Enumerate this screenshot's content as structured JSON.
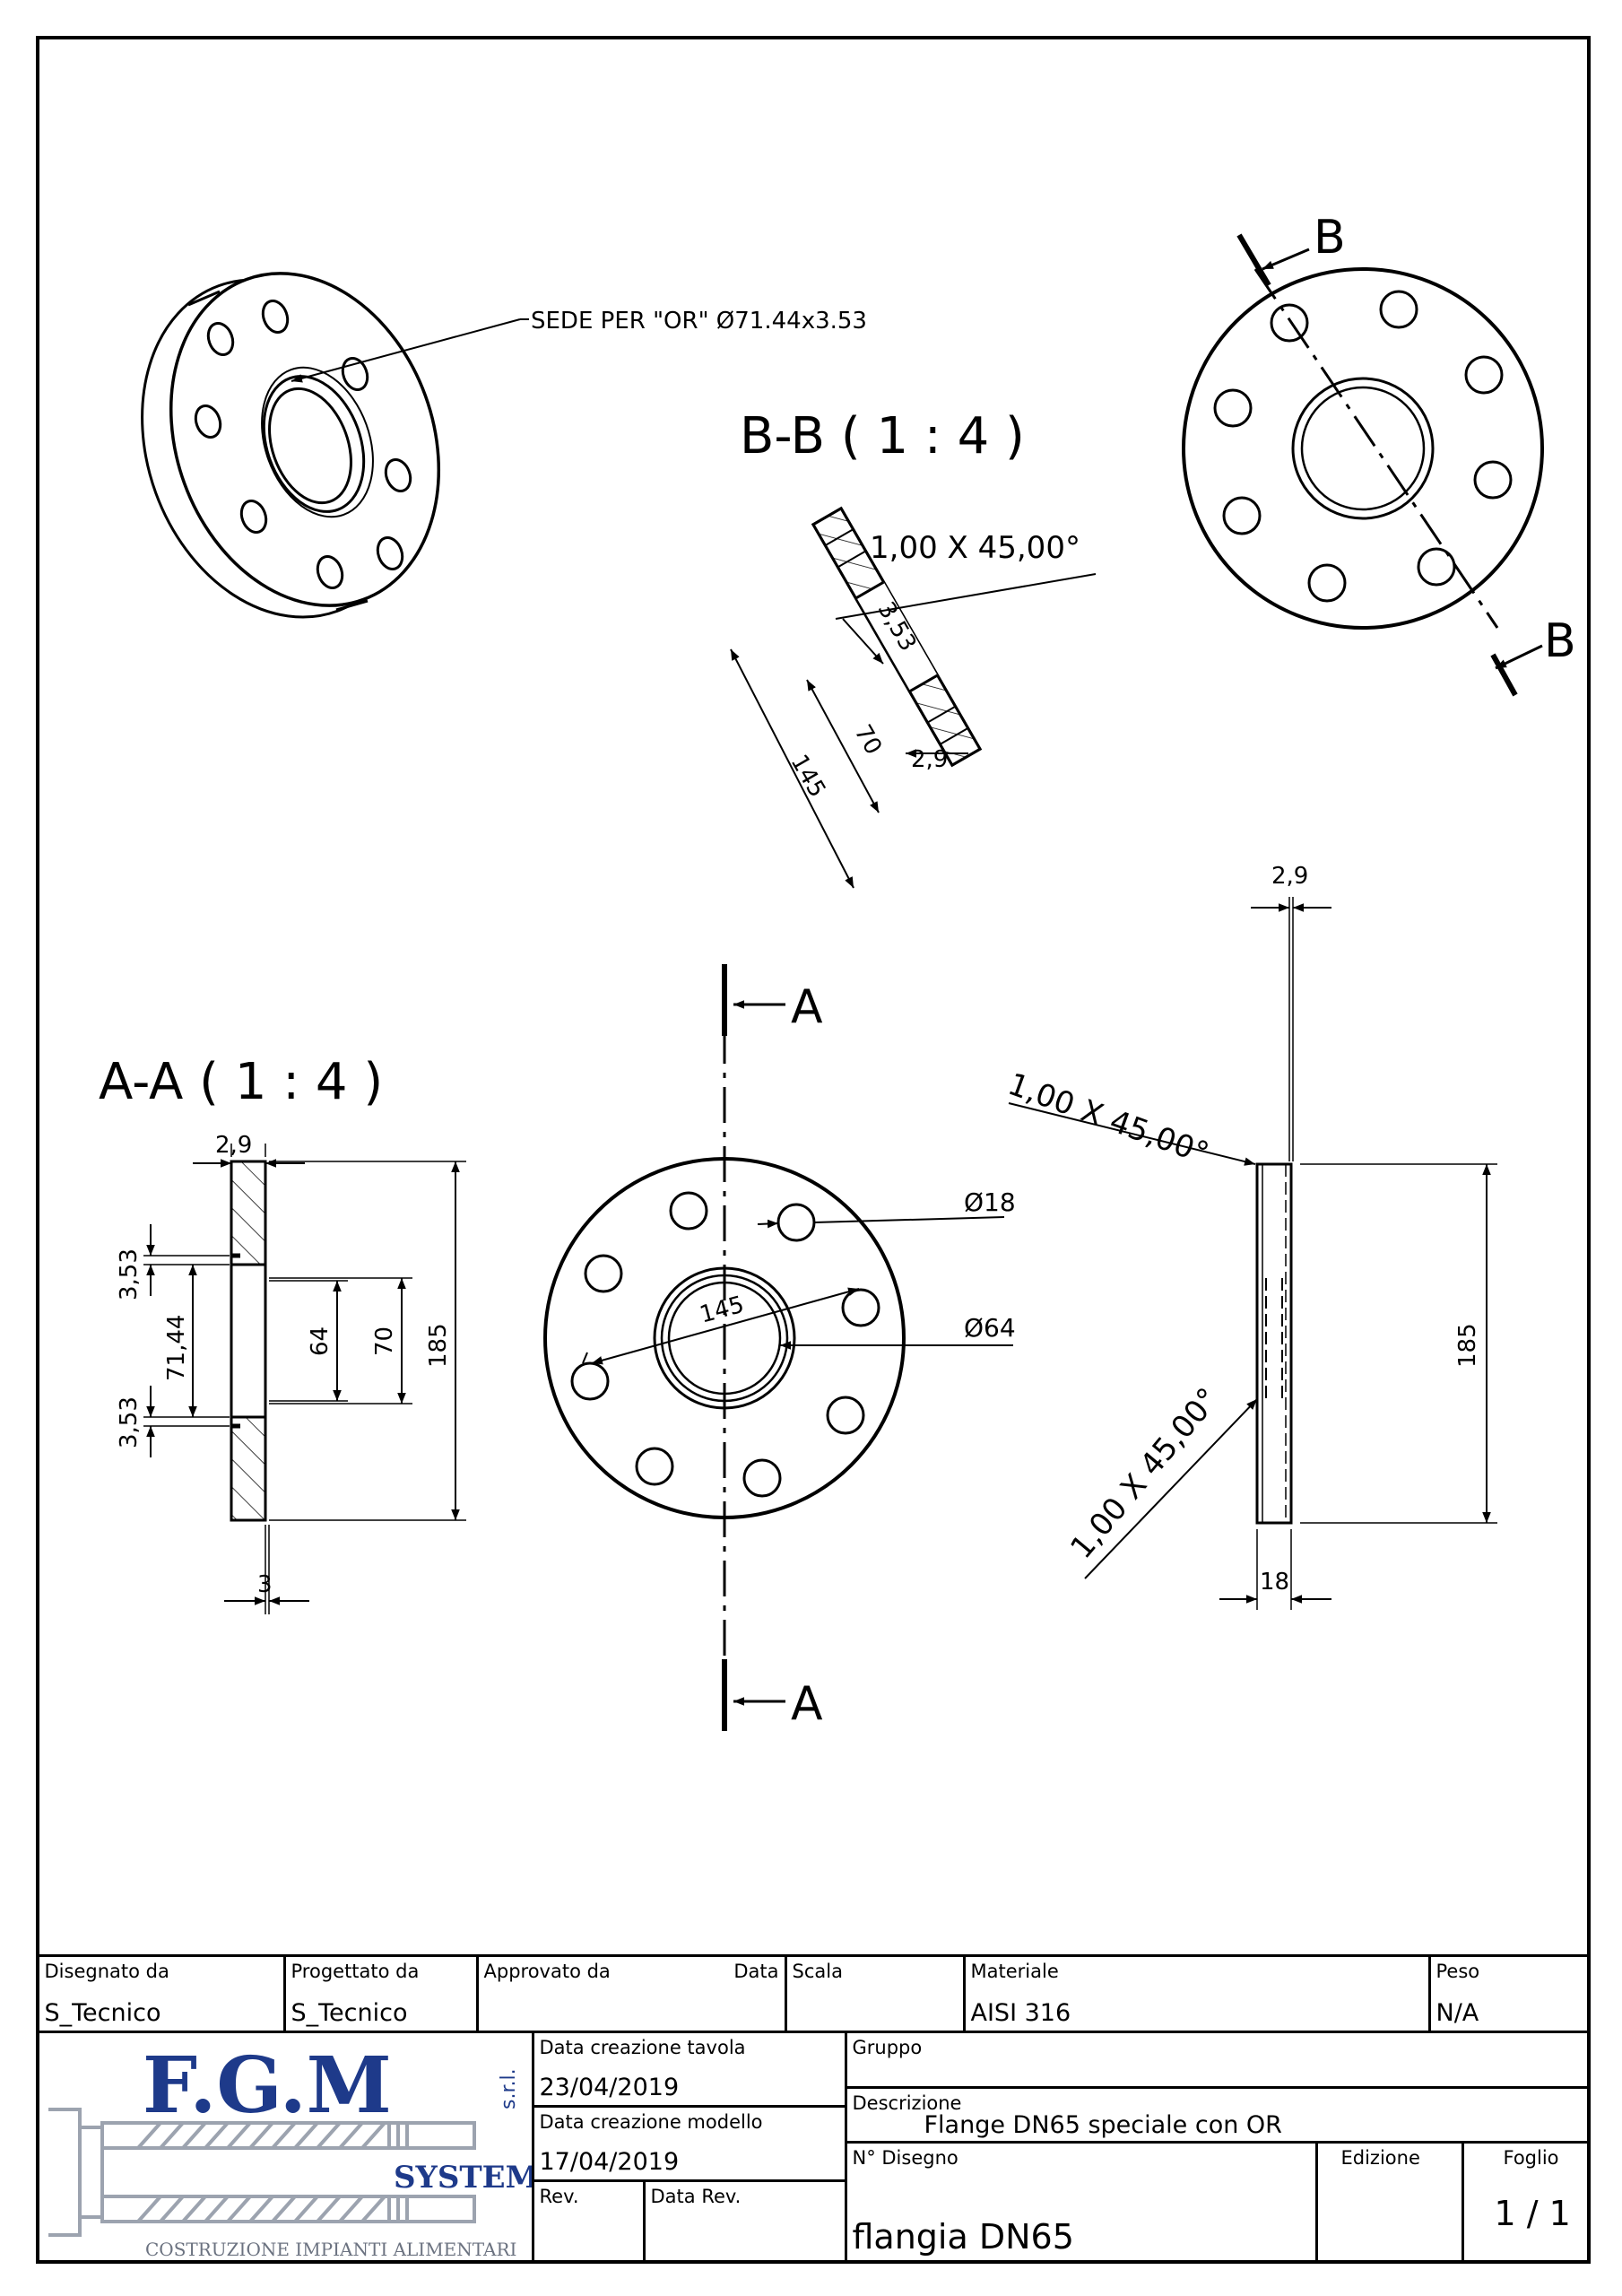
{
  "drawing": {
    "iso_note": "SEDE PER \"OR\" Ø71.44x3.53",
    "section_bb": {
      "title": "B-B ( 1 : 4 )",
      "chamfer": "1,00 X 45,00°",
      "dims": [
        "3,53",
        "2,9",
        "70",
        "145"
      ]
    },
    "front_view": {
      "cut_label_b": "B",
      "dim_hole": "Ø18",
      "dim_bore": "Ø64",
      "dim_pcd": "145",
      "cut_label_a": "A"
    },
    "section_aa": {
      "title": "A-A ( 1 : 4 )",
      "dims": {
        "top_thk": "2,9",
        "groove_top": "3,53",
        "or_dia": "71,44",
        "groove_bottom": "3,53",
        "bore": "64",
        "groove_dia": "70",
        "outer": "185",
        "bottom_thk": "3"
      }
    },
    "side_view": {
      "dim_top": "2,9",
      "chamfer_top": "1,00 X 45,00°",
      "chamfer_bottom": "1,00 X 45,00°",
      "dim_height": "185",
      "dim_thk": "18"
    }
  },
  "title_block": {
    "drawn_by_label": "Disegnato da",
    "drawn_by": "S_Tecnico",
    "designed_by_label": "Progettato da",
    "designed_by": "S_Tecnico",
    "approved_by_label": "Approvato da",
    "date_label": "Data",
    "scale_label": "Scala",
    "material_label": "Materiale",
    "material": "AISI 316",
    "weight_label": "Peso",
    "weight": "N/A",
    "logo": {
      "name": "F.G.M",
      "suffix": "s.r.l.",
      "system": "SYSTEM",
      "tagline": "COSTRUZIONE IMPIANTI ALIMENTARI"
    },
    "sheet_created_label": "Data creazione tavola",
    "sheet_created": "23/04/2019",
    "model_created_label": "Data creazione modello",
    "model_created": "17/04/2019",
    "rev_label": "Rev.",
    "rev_date_label": "Data Rev.",
    "group_label": "Gruppo",
    "description_label": "Descrizione",
    "description": "Flange DN65 speciale con OR",
    "drawing_no_label": "N° Disegno",
    "drawing_no": "flangia DN65",
    "edition_label": "Edizione",
    "sheet_label": "Foglio",
    "sheet": "1 / 1"
  }
}
